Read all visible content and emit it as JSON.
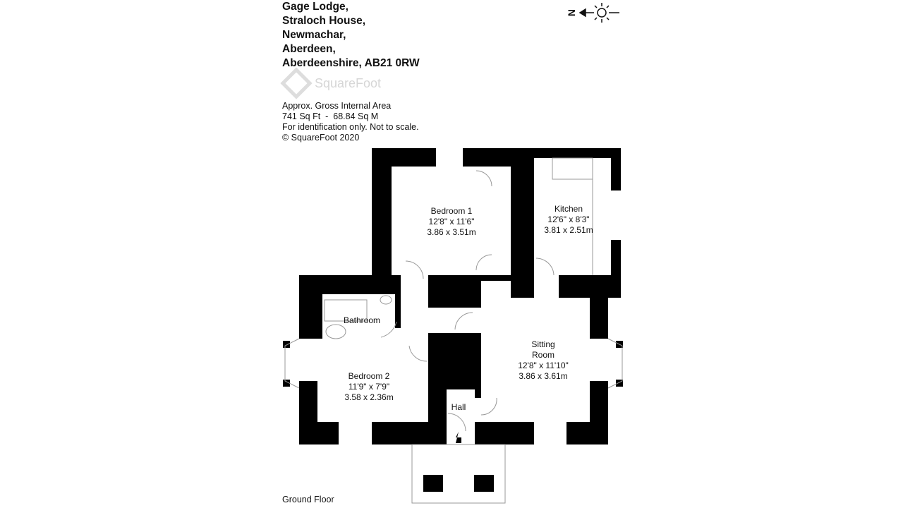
{
  "address": [
    "Gage Lodge,",
    "Straloch House,",
    "Newmachar,",
    "Aberdeen,",
    "Aberdeenshire, AB21 0RW"
  ],
  "logo_text": "SquareFoot",
  "info": [
    "Approx. Gross Internal Area",
    "741 Sq Ft  -  68.84 Sq M",
    "For identification only. Not to scale.",
    "© SquareFoot 2020"
  ],
  "compass": {
    "north_label": "N"
  },
  "floor_label": "Ground Floor",
  "rooms": {
    "bedroom1": {
      "name": "Bedroom 1",
      "imperial": "12'8\" x 11'6\"",
      "metric": "3.86 x 3.51m"
    },
    "kitchen": {
      "name": "Kitchen",
      "imperial": "12'6\" x 8'3\"",
      "metric": "3.81 x 2.51m"
    },
    "bathroom": {
      "name": "Bathroom"
    },
    "bedroom2": {
      "name": "Bedroom 2",
      "imperial": "11'9\" x 7'9\"",
      "metric": "3.58 x 2.36m"
    },
    "sitting": {
      "name1": "Sitting",
      "name2": "Room",
      "imperial": "12'8\" x 11'10\"",
      "metric": "3.86 x 3.61m"
    },
    "hall": {
      "name": "Hall"
    }
  }
}
